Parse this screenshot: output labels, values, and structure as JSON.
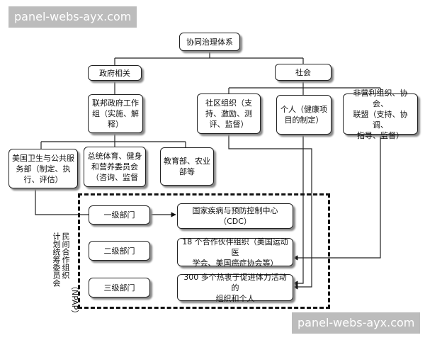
{
  "watermark_top": "panel-webs-ayx.com",
  "watermark_bottom": "panel-webs-ayx.com",
  "root": "协同治理体系",
  "gov": "政府相关",
  "society": "社会",
  "federal": [
    "联邦政府工作",
    "组（实施、解",
    "释）"
  ],
  "community": [
    "社区组织（支",
    "持、激励、测",
    "评、监督）"
  ],
  "individual": [
    "个人（健康项",
    "目的制定）"
  ],
  "nonprofit": [
    "非营利组织、协会、",
    "联盟（支持、协调、",
    "指导、监督）"
  ],
  "hhs": [
    "美国卫生与公共服",
    "务部（制定、执",
    "行、评估）"
  ],
  "council": [
    "总统体育、健身",
    "和营养委员会",
    "（咨询、监督"
  ],
  "edu": [
    "教育部、农业",
    "部等"
  ],
  "level1": "一级部门",
  "level2": "二级部门",
  "level3": "三级部门",
  "cdc": [
    "国家疾病与预防控制中心",
    "（CDC）"
  ],
  "partners": [
    "18 个合作伙伴组织（美国运动医",
    "学会、美国癌症协会等）"
  ],
  "orgs300": [
    "300 多个热衷于促进体力活动的",
    "组织和个人"
  ],
  "side_label_1": "民间合作组织",
  "side_label_2": "计划统筹委员会",
  "side_label_3": "（NPAP）"
}
